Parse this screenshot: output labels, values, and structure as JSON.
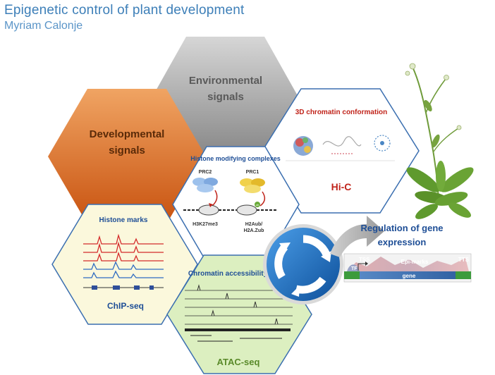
{
  "header": {
    "title": "Epigenetic control of plant development",
    "author": "Myriam Calonje"
  },
  "hexagons": {
    "environmental": {
      "line1": "Environmental",
      "line2": "signals"
    },
    "developmental": {
      "line1": "Developmental",
      "line2": "signals"
    },
    "chromatin_conformation": {
      "title": "3D chromatin conformation",
      "method": "Hi-C"
    },
    "histone_complexes": {
      "title": "Histone modifying complexes",
      "prc2": "PRC2",
      "prc1": "PRC1",
      "mark1": "H3K27me3",
      "mark2a": "H2Aub/",
      "mark2b": "H2A.Zub",
      "tag": "ub"
    },
    "histone_marks": {
      "title": "Histone marks",
      "method": "ChIP-seq"
    },
    "accessibility": {
      "title": "Chromatin accessibility",
      "method": "ATAC-seq"
    }
  },
  "regulation": {
    "line1": "Regulation of gene",
    "line2": "expression",
    "tss": "TSS",
    "epi": "Epi-marks",
    "tts": "TTS",
    "tf": "TF",
    "gene": "gene"
  },
  "colors": {
    "title": "#3d7fb8",
    "env_hex": "#8f8f8f",
    "dev_hex": "#d8651c",
    "hex_stroke": "#3b6fb0",
    "accent_red": "#c0241b",
    "chip_bg": "#fbf8dc",
    "atac_bg": "#dcefc0",
    "blue_text": "#1e4e96"
  }
}
